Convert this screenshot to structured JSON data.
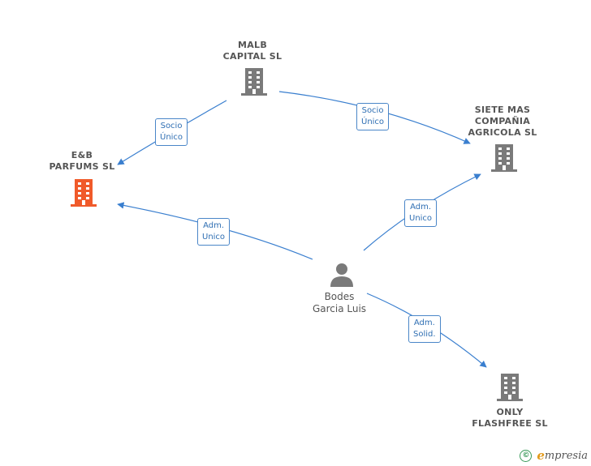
{
  "nodes": {
    "malb": {
      "label": "MALB\nCAPITAL SL",
      "color": "#7a7a7a"
    },
    "eb": {
      "label": "E&B\nPARFUMS  SL",
      "color": "#f05a2a"
    },
    "siete": {
      "label": "SIETE MAS\nCOMPAÑIA\nAGRICOLA  SL",
      "color": "#7a7a7a"
    },
    "only": {
      "label": "ONLY\nFLASHFREE SL",
      "color": "#7a7a7a"
    },
    "bodes": {
      "label": "Bodes\nGarcia Luis",
      "color": "#7a7a7a"
    }
  },
  "edges": [
    {
      "from": "malb",
      "to": "eb",
      "label": "Socio\nÚnico"
    },
    {
      "from": "malb",
      "to": "siete",
      "label": "Socio\nÚnico"
    },
    {
      "from": "bodes",
      "to": "eb",
      "label": "Adm.\nUnico"
    },
    {
      "from": "bodes",
      "to": "siete",
      "label": "Adm.\nUnico"
    },
    {
      "from": "bodes",
      "to": "only",
      "label": "Adm.\nSolid."
    }
  ],
  "edge_color": "#3a7fcf",
  "footer": {
    "copyright_symbol": "©",
    "brand_initial": "e",
    "brand_rest": "mpresia"
  }
}
